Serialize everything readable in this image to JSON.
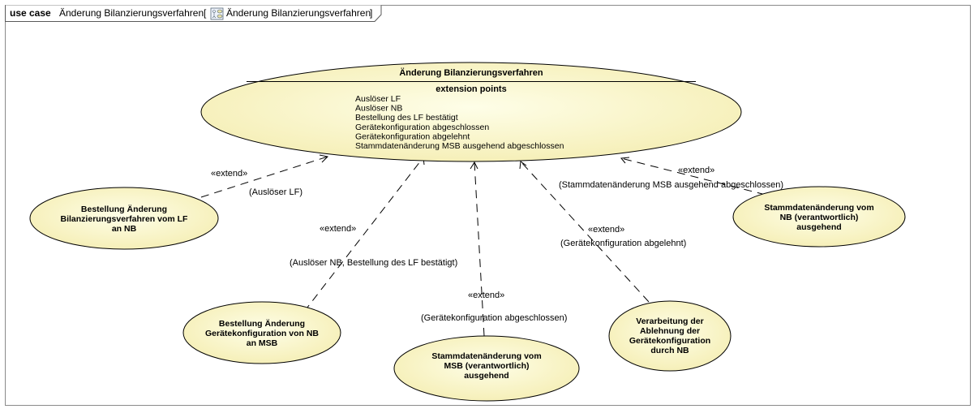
{
  "frame": {
    "keyword": "use case",
    "name": "Änderung Bilanzierungsverfahren",
    "bracket_open": "[",
    "bracket_close": "]",
    "ref_name": "Änderung Bilanzierungsverfahren",
    "ref_icon": "use-case-diagram-icon"
  },
  "main_use_case": {
    "title": "Änderung Bilanzierungsverfahren",
    "section_title": "extension points",
    "extension_points": [
      "Auslöser LF",
      "Auslöser NB",
      "Bestellung des LF bestätigt",
      "Gerätekonfiguration abgeschlossen",
      "Gerätekonfiguration abgelehnt",
      "Stammdatenänderung MSB ausgehend abgeschlossen"
    ]
  },
  "use_cases": [
    {
      "lines": [
        "Bestellung Änderung",
        "Bilanzierungsverfahren vom LF",
        "an NB"
      ]
    },
    {
      "lines": [
        "Bestellung Änderung",
        "Gerätekonfiguration von NB",
        "an MSB"
      ]
    },
    {
      "lines": [
        "Stammdatenänderung vom",
        "MSB (verantwortlich)",
        "ausgehend"
      ]
    },
    {
      "lines": [
        "Verarbeitung der",
        "Ablehnung der",
        "Gerätekonfiguration",
        "durch NB"
      ]
    },
    {
      "lines": [
        "Stammdatenänderung vom",
        "NB (verantwortlich)",
        "ausgehend"
      ]
    }
  ],
  "extend_relations": [
    {
      "stereotype": "«extend»",
      "condition": "(Auslöser LF)"
    },
    {
      "stereotype": "«extend»",
      "condition": "(Auslöser NB, Bestellung des LF bestätigt)"
    },
    {
      "stereotype": "«extend»",
      "condition": "(Gerätekonfiguration abgeschlossen)"
    },
    {
      "stereotype": "«extend»",
      "condition": "(Gerätekonfiguration abgelehnt)"
    },
    {
      "stereotype": "«extend»",
      "condition": "(Stammdatenänderung MSB ausgehend abgeschlossen)"
    }
  ],
  "colors": {
    "ellipse_fill_center": "#fefee8",
    "ellipse_fill_edge": "#f5eeb4",
    "stroke": "#000000",
    "frame_stroke": "#7a7a7a"
  }
}
